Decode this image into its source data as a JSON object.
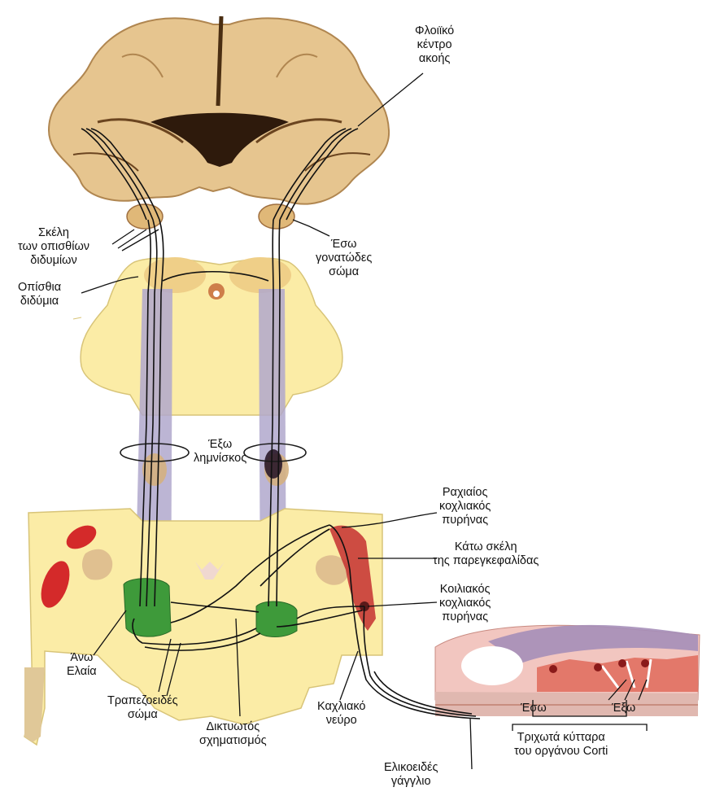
{
  "labels": {
    "auditory_cortex": [
      "Φλοιϊκό",
      "κέντρο",
      "ακοής"
    ],
    "brachium_inferior_colliculus": [
      "Σκέλη",
      "των οπισθίων",
      "διδυμίων"
    ],
    "inferior_colliculus": [
      "Οπίσθια",
      "διδύμια"
    ],
    "medial_geniculate_body": [
      "Έσω",
      "γονατώδες",
      "σώμα"
    ],
    "lateral_lemniscus": [
      "Έξω",
      "λημνίσκος"
    ],
    "dorsal_cochlear_nucleus": [
      "Ραχιαίος",
      "κοχλιακός",
      "πυρήνας"
    ],
    "inferior_cerebellar_peduncle": [
      "Κάτω σκέλη",
      "της παρεγκεφαλίδας"
    ],
    "ventral_cochlear_nucleus": [
      "Κοιλιακός",
      "κοχλιακός",
      "πυρήνας"
    ],
    "superior_olive": [
      "Άνω",
      "Ελαία"
    ],
    "trapezoid_body": [
      "Τραπεζοειδές",
      "σώμα"
    ],
    "reticular_formation": [
      "Δικτυωτός",
      "σχηματισμός"
    ],
    "cochlear_nerve": [
      "Καχλιακό",
      "νεύρο"
    ],
    "spiral_ganglion": [
      "Ελικοειδές",
      "γάγγλιο"
    ],
    "inner": "Έσω",
    "outer": "Έξω",
    "hair_cells": [
      "Τριχωτά κύτταρα",
      "του οργάνου  Corti"
    ]
  },
  "colors": {
    "tissue": "#fbeca6",
    "cortex": "#e6c58f",
    "pathway": "#b0a8cc",
    "olive": "#3e9a3a",
    "nucleus_red": "#d42a2a"
  }
}
